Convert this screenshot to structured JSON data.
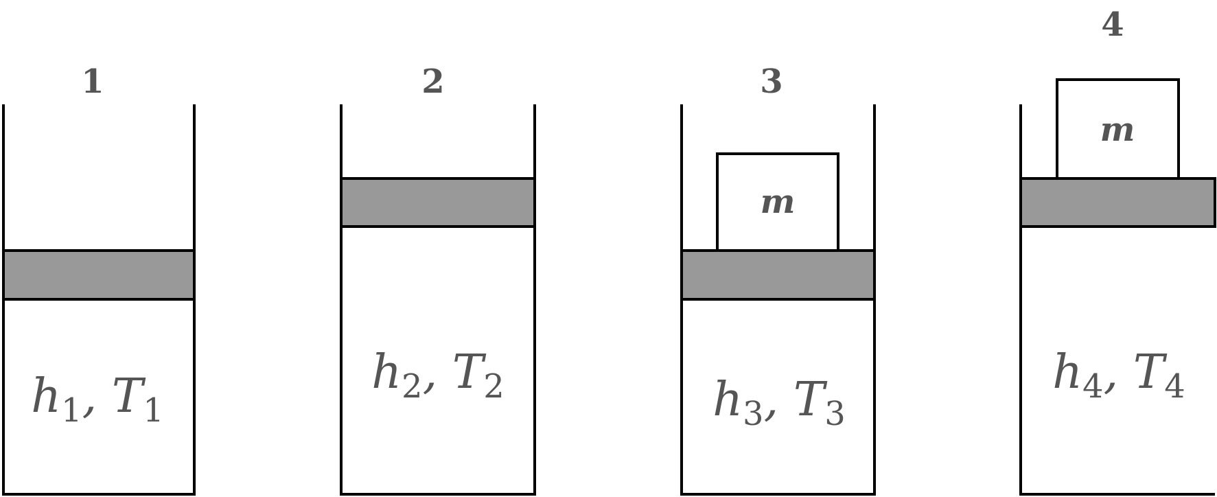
{
  "containers": [
    {
      "number": "1",
      "h": "h",
      "h_sub": "1",
      "sep": ", ",
      "t": "T",
      "t_sub": "1",
      "has_mass": false
    },
    {
      "number": "2",
      "h": "h",
      "h_sub": "2",
      "sep": ", ",
      "t": "T",
      "t_sub": "2",
      "has_mass": false
    },
    {
      "number": "3",
      "h": "h",
      "h_sub": "3",
      "sep": ", ",
      "t": "T",
      "t_sub": "3",
      "has_mass": true,
      "mass_label": "m"
    },
    {
      "number": "4",
      "h": "h",
      "h_sub": "4",
      "sep": ", ",
      "t": "T",
      "t_sub": "4",
      "has_mass": true,
      "mass_label": "m"
    }
  ],
  "colors": {
    "piston": "#999999",
    "text": "#555555",
    "lines": "#000000"
  }
}
